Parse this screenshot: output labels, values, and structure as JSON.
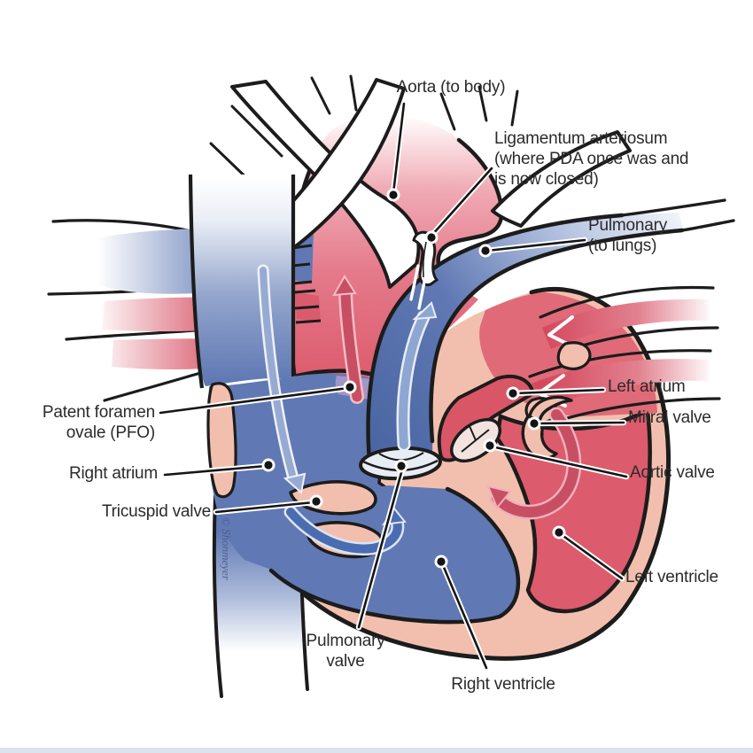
{
  "diagram": {
    "subject": "heart-anatomy-patent-foramen-ovale",
    "labels": {
      "aorta": "Aorta (to body)",
      "ligamentum": "Ligamentum arteriosum\n(where PDA once was and\nis now closed)",
      "pulmonary_artery": "Pulmonary\n(to lungs)",
      "left_atrium": "Left atrium",
      "mitral_valve": "Mitral valve",
      "aortic_valve": "Aortic valve",
      "left_ventricle": "Left ventricle",
      "pfo": "Patent foramen\novale (PFO)",
      "right_atrium": "Right atrium",
      "tricuspid_valve": "Tricuspid valve",
      "pulmonary_valve": "Pulmonary\nvalve",
      "right_ventricle": "Right ventricle"
    },
    "signature": "© Shonmeyer",
    "colors": {
      "oxygenated": "#dc5b6c",
      "left_atrium_fill": "#e06a78",
      "deoxygenated": "#6079b4",
      "heart_wall": "#f2bfae",
      "pfo_opening": "#a295c7",
      "outline": "#1c1c1c"
    }
  }
}
